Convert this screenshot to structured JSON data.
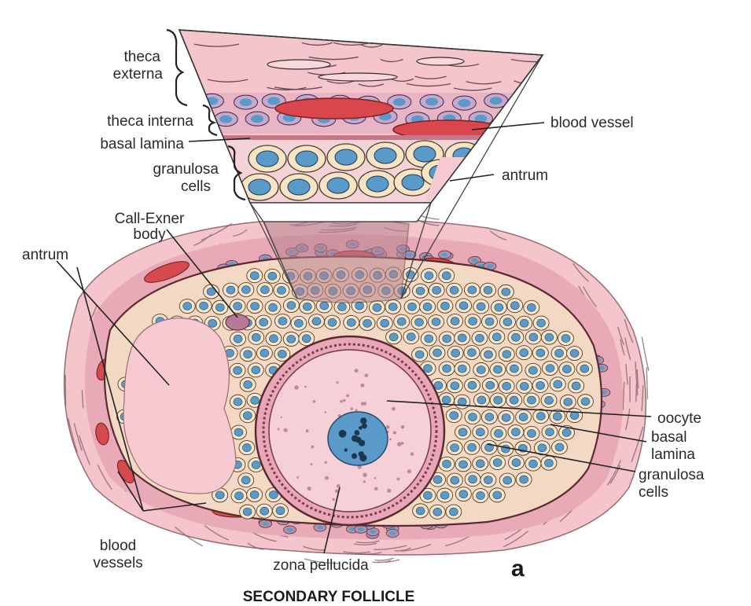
{
  "labels": {
    "theca_externa_1": "theca",
    "theca_externa_2": "externa",
    "theca_interna": "theca interna",
    "basal_lamina_top": "basal lamina",
    "granulosa_top_1": "granulosa",
    "granulosa_top_2": "cells",
    "blood_vessel": "blood vessel",
    "antrum_top": "antrum",
    "call_exner_1": "Call-Exner",
    "call_exner_2": "body",
    "antrum_left": "antrum",
    "oocyte": "oocyte",
    "basal_lamina_right_1": "basal",
    "basal_lamina_right_2": "lamina",
    "granulosa_right_1": "granulosa",
    "granulosa_right_2": "cells",
    "blood_vessels_1": "blood",
    "blood_vessels_2": "vessels",
    "zona_pellucida": "zona pellucida",
    "panel_letter": "a",
    "caption": "SECONDARY FOLLICLE"
  },
  "colors": {
    "stroma_pink": "#f4c6cc",
    "theca_pink": "#eaa7b4",
    "antrum_pink": "#f7c9d0",
    "granulosa_cell": "#f6e6c6",
    "nucleus_blue": "#5a9ac8",
    "vessel_red": "#d64a4e",
    "outline": "#3a2a30"
  }
}
